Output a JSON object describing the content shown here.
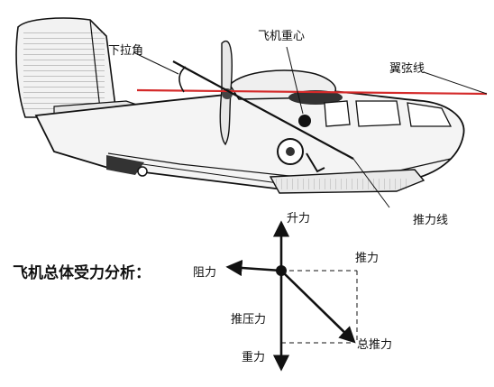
{
  "aircraft_labels": {
    "downward_angle": "下拉角",
    "center_of_gravity": "飞机重心",
    "chord_line": "翼弦线",
    "thrust_line": "推力线"
  },
  "force_analysis": {
    "title": "飞机总体受力分析：",
    "lift": "升力",
    "drag": "阻力",
    "thrust": "推力",
    "downward_thrust": "推压力",
    "weight": "重力",
    "total_thrust": "总推力"
  },
  "colors": {
    "chord_line": "#d42a2a",
    "ink": "#111111",
    "fuselage_fill": "#f4f4f4"
  }
}
